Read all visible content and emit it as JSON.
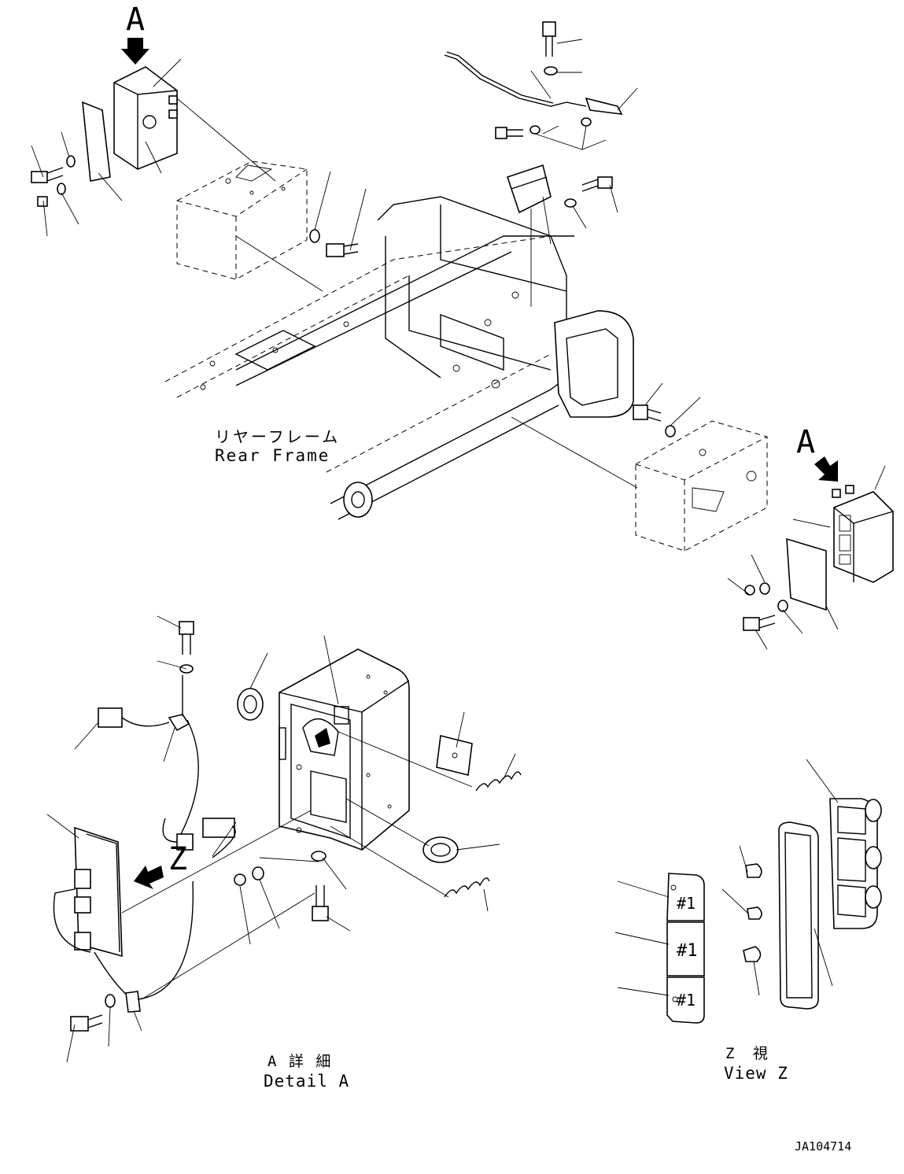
{
  "diagram": {
    "labels": {
      "view_arrow_a_top": "A",
      "view_arrow_a_right": "A",
      "view_arrow_z": "Z",
      "rear_frame_ja": "リヤーフレーム",
      "rear_frame_en": "Rear Frame",
      "detail_a_ja": "A 詳 細",
      "detail_a_en": "Detail A",
      "view_z_ja": "Z 視",
      "view_z_en": "View Z",
      "lens_mark_1": "#1",
      "lens_mark_2": "#1",
      "lens_mark_3": "#1",
      "drawing_code": "JA104714"
    }
  }
}
